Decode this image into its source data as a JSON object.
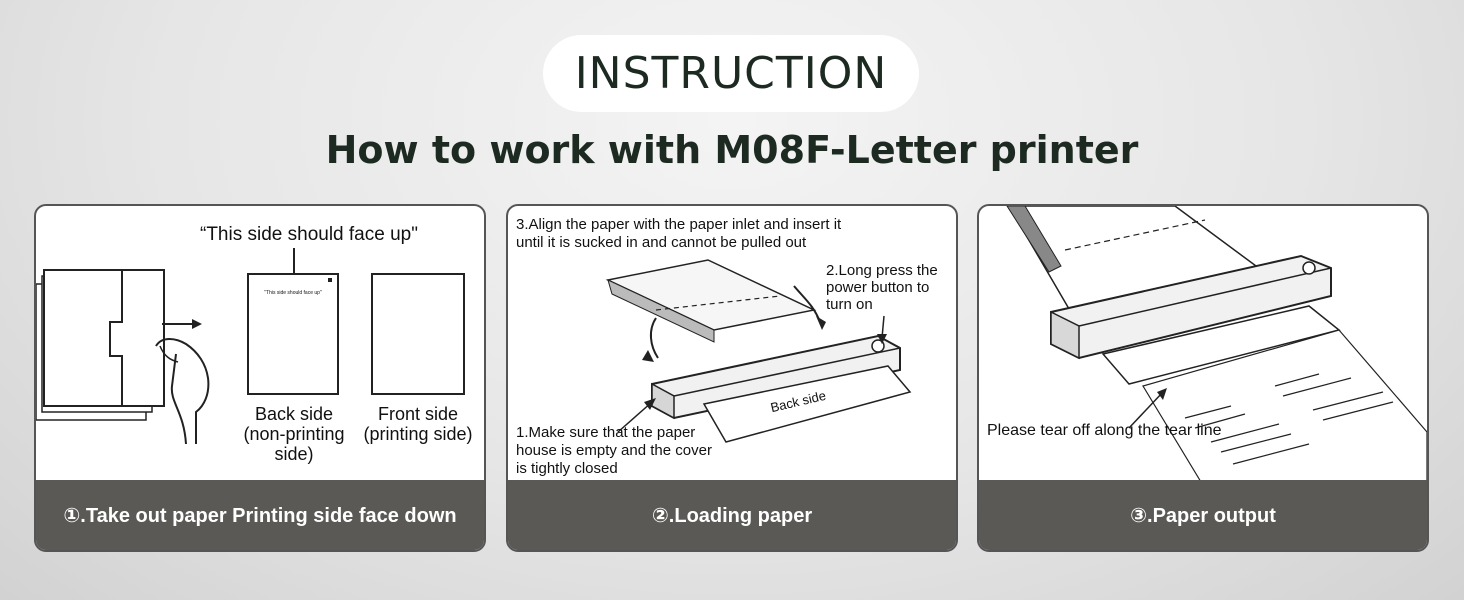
{
  "header": {
    "title": "INSTRUCTION",
    "subtitle": "How to work with M08F-Letter printer"
  },
  "steps": [
    {
      "caption": "①.Take out paper Printing side face down",
      "quote": "“This side should face up\"",
      "small_note": "\"This side should face up\"",
      "back_label": "Back side (non-printing side)",
      "front_label": "Front side (printing side)"
    },
    {
      "caption": "②.Loading paper",
      "note_align": "3.Align the paper with the paper inlet and insert it until it is sucked in and cannot be pulled out",
      "note_power": "2.Long press the power button to turn on",
      "note_check": "1.Make sure that the paper house is empty and the cover is tightly closed",
      "paper_label": "Back side"
    },
    {
      "caption": "③.Paper output",
      "note_tear": "Please tear off along the tear line"
    }
  ]
}
